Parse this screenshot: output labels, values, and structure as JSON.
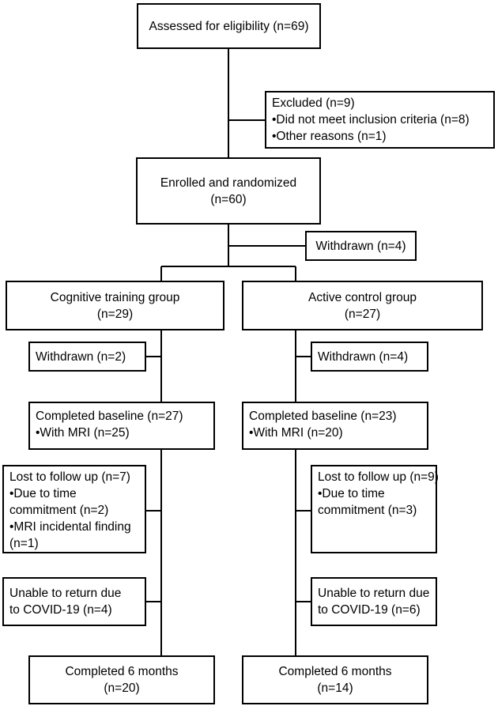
{
  "assessed": {
    "text": "Assessed for eligibility (n=69)"
  },
  "excluded": {
    "title": "Excluded (n=9)",
    "items": [
      "•Did not meet inclusion criteria (n=8)",
      "•Other reasons (n=1)"
    ]
  },
  "enrolled": {
    "line1": "Enrolled and randomized",
    "line2": "(n=60)"
  },
  "withdrawn_main": {
    "text": "Withdrawn (n=4)"
  },
  "cognitive": {
    "group": {
      "line1": "Cognitive training group",
      "line2": "(n=29)"
    },
    "withdrawn": "Withdrawn (n=2)",
    "baseline": {
      "title": "Completed baseline (n=27)",
      "item": "•With MRI (n=25)"
    },
    "lost": {
      "lines": [
        "Lost to follow up (n=7)",
        "•Due to time",
        "commitment (n=2)",
        "•MRI incidental finding",
        "(n=1)"
      ]
    },
    "covid": {
      "line1": "Unable to return due",
      "line2": "to COVID-19 (n=4)"
    },
    "completed": {
      "line1": "Completed 6 months",
      "line2": "(n=20)"
    }
  },
  "control": {
    "group": {
      "line1": "Active control group",
      "line2": "(n=27)"
    },
    "withdrawn": "Withdrawn (n=4)",
    "baseline": {
      "title": "Completed baseline (n=23)",
      "item": "•With MRI (n=20)"
    },
    "lost": {
      "lines": [
        "Lost to follow up (n=9)",
        "•Due to time",
        "commitment (n=3)"
      ]
    },
    "covid": {
      "line1": "Unable to return due",
      "line2": "to COVID-19 (n=6)"
    },
    "completed": {
      "line1": "Completed 6 months",
      "line2": "(n=14)"
    }
  }
}
